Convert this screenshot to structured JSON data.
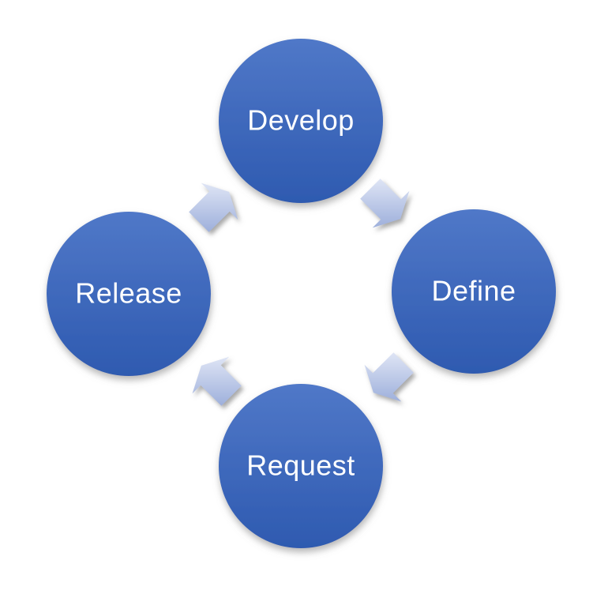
{
  "diagram": {
    "type": "cycle",
    "flow_direction": "clockwise",
    "nodes": [
      {
        "id": "develop",
        "label": "Develop",
        "position": "top"
      },
      {
        "id": "define",
        "label": "Define",
        "position": "right"
      },
      {
        "id": "request",
        "label": "Request",
        "position": "bottom"
      },
      {
        "id": "release",
        "label": "Release",
        "position": "left"
      }
    ],
    "arrows": [
      {
        "from": "Release",
        "to": "Develop",
        "position": "top-left"
      },
      {
        "from": "Develop",
        "to": "Define",
        "position": "top-right"
      },
      {
        "from": "Define",
        "to": "Request",
        "position": "bottom-right"
      },
      {
        "from": "Request",
        "to": "Release",
        "position": "bottom-left"
      }
    ],
    "colors": {
      "node_gradient_top": "#5078C8",
      "node_gradient_bottom": "#2E5AB0",
      "arrow_gradient_top": "#DFE5F5",
      "arrow_gradient_bottom": "#9DAFDB",
      "label_text": "#FFFFFF",
      "background": "#FFFFFF"
    }
  }
}
